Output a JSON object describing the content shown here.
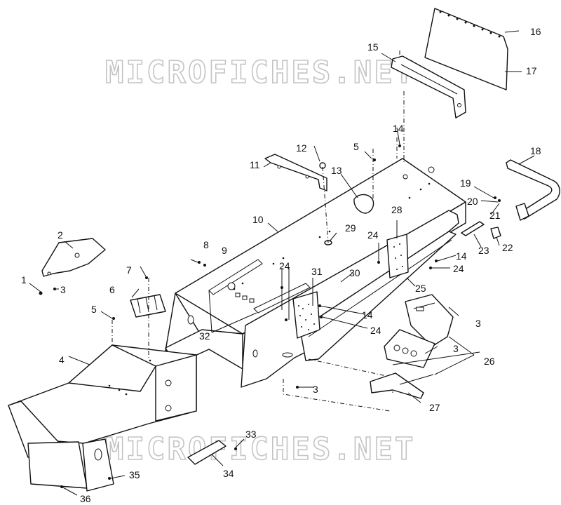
{
  "watermark": {
    "text": "MICROFICHES.NET",
    "color": "#c4c4c4"
  },
  "callouts": [
    {
      "id": "c1",
      "label": "1"
    },
    {
      "id": "c2",
      "label": "2"
    },
    {
      "id": "c3a",
      "label": "3"
    },
    {
      "id": "c4",
      "label": "4"
    },
    {
      "id": "c5a",
      "label": "5"
    },
    {
      "id": "c6",
      "label": "6"
    },
    {
      "id": "c7",
      "label": "7"
    },
    {
      "id": "c8",
      "label": "8"
    },
    {
      "id": "c9",
      "label": "9"
    },
    {
      "id": "c10",
      "label": "10"
    },
    {
      "id": "c11",
      "label": "11"
    },
    {
      "id": "c12",
      "label": "12"
    },
    {
      "id": "c13",
      "label": "13"
    },
    {
      "id": "c5b",
      "label": "5"
    },
    {
      "id": "c14a",
      "label": "14"
    },
    {
      "id": "c15",
      "label": "15"
    },
    {
      "id": "c16",
      "label": "16"
    },
    {
      "id": "c17",
      "label": "17"
    },
    {
      "id": "c18",
      "label": "18"
    },
    {
      "id": "c19",
      "label": "19"
    },
    {
      "id": "c20",
      "label": "20"
    },
    {
      "id": "c21",
      "label": "21"
    },
    {
      "id": "c22",
      "label": "22"
    },
    {
      "id": "c23",
      "label": "23"
    },
    {
      "id": "c28",
      "label": "28"
    },
    {
      "id": "c29",
      "label": "29"
    },
    {
      "id": "c24a",
      "label": "24"
    },
    {
      "id": "c14b",
      "label": "14"
    },
    {
      "id": "c24b",
      "label": "24"
    },
    {
      "id": "c25",
      "label": "25"
    },
    {
      "id": "c30",
      "label": "30"
    },
    {
      "id": "c31",
      "label": "31"
    },
    {
      "id": "c24c",
      "label": "24"
    },
    {
      "id": "c14c",
      "label": "14"
    },
    {
      "id": "c24d",
      "label": "24"
    },
    {
      "id": "c32",
      "label": "32"
    },
    {
      "id": "c3b",
      "label": "3"
    },
    {
      "id": "c3c",
      "label": "3"
    },
    {
      "id": "c26",
      "label": "26"
    },
    {
      "id": "c3d",
      "label": "3"
    },
    {
      "id": "c27",
      "label": "27"
    },
    {
      "id": "c33",
      "label": "33"
    },
    {
      "id": "c34",
      "label": "34"
    },
    {
      "id": "c35",
      "label": "35"
    },
    {
      "id": "c36",
      "label": "36"
    }
  ]
}
